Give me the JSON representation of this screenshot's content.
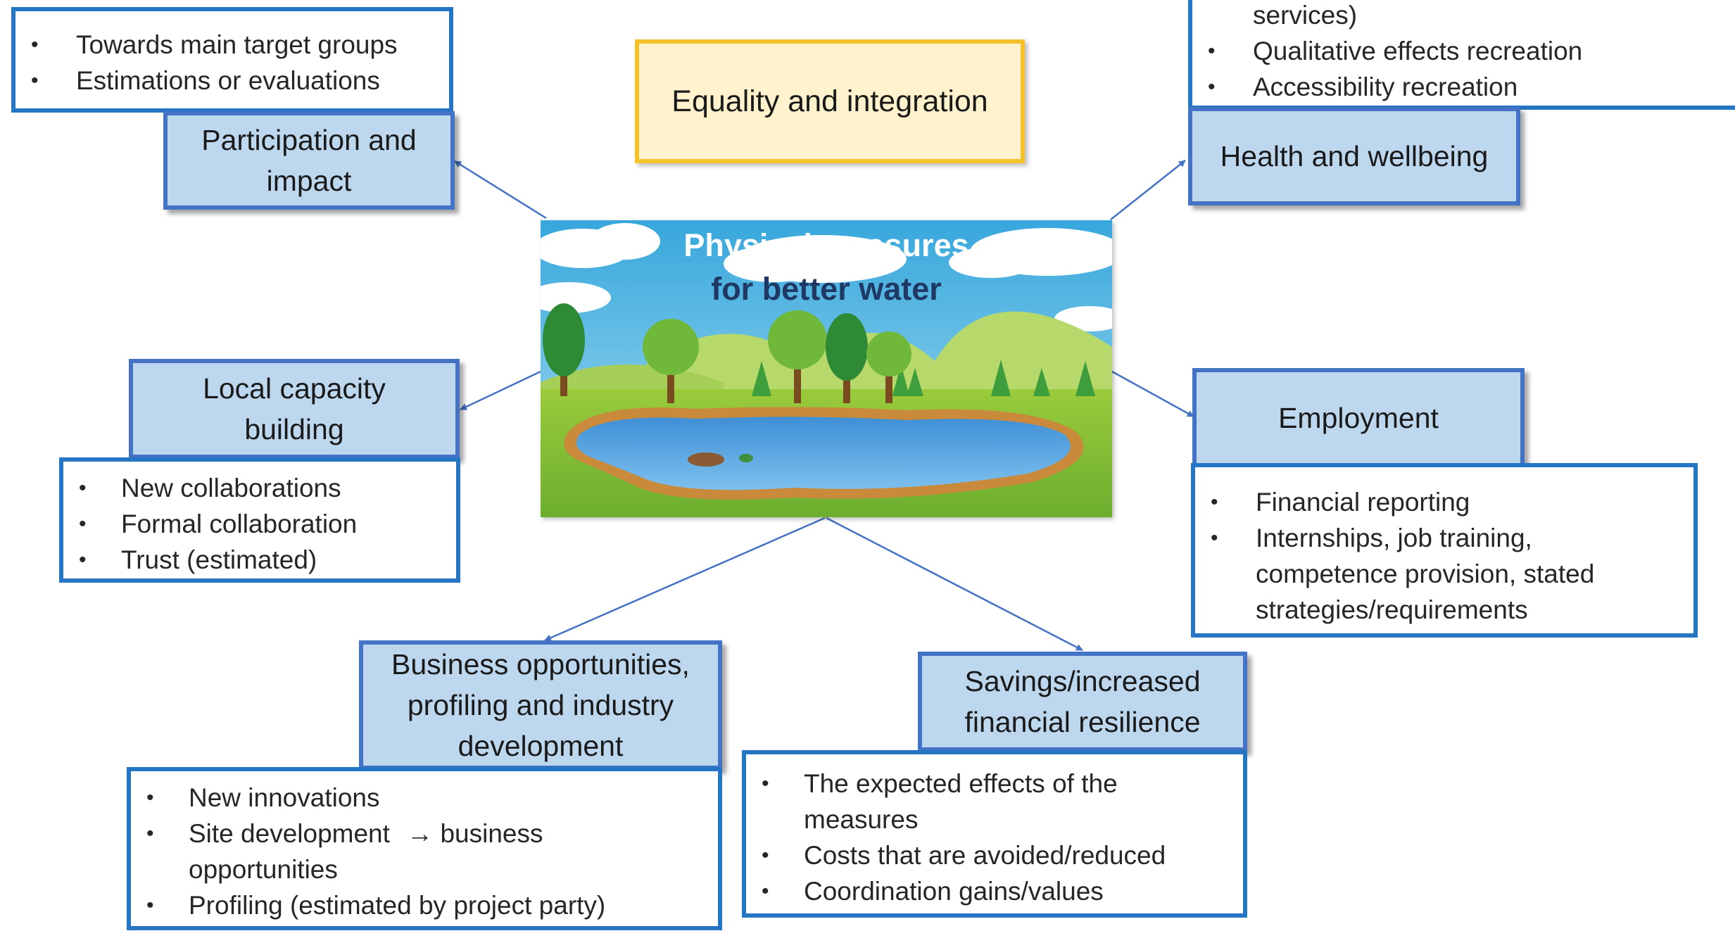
{
  "center": {
    "title_line1": "Physical measures",
    "title_line2": "for better water",
    "title_line1_color": "#ffffff",
    "title_line2_color": "#1f3864"
  },
  "equality": {
    "label": "Equality and integration"
  },
  "participation": {
    "label_lines": [
      "Participation and",
      "impact"
    ],
    "items": [
      "Towards main target groups",
      "Estimations or evaluations"
    ]
  },
  "health": {
    "label": "Health and wellbeing",
    "items": [
      "services)",
      "Qualitative effects  recreation",
      "Accessibility recreation"
    ]
  },
  "local_capacity": {
    "label_lines": [
      "Local capacity",
      "building"
    ],
    "items": [
      "New collaborations",
      "Formal collaboration",
      "Trust (estimated)"
    ]
  },
  "employment": {
    "label": "Employment",
    "items": [
      "Financial reporting",
      "Internships, job training,",
      "competence  provision,  stated",
      "strategies/requirements"
    ]
  },
  "business": {
    "label_lines": [
      "Business opportunities,",
      "profiling and industry",
      "development"
    ],
    "items": [
      "New innovations",
      "Site development",
      "→ business",
      "opportunities",
      "Profiling (estimated by project party)"
    ]
  },
  "savings": {
    "label_lines": [
      "Savings/increased",
      "financial resilience"
    ],
    "items": [
      "The expected effects  of the",
      "measures",
      "Costs that are avoided/reduced",
      "Coordination gains/values"
    ]
  },
  "colors": {
    "list_border": "#2674c4",
    "category_border": "#4472c4",
    "category_fill": "#bdd7ee",
    "equality_border": "#f5c22c",
    "equality_fill": "#fff2cc",
    "arrow": "#4472c4"
  }
}
